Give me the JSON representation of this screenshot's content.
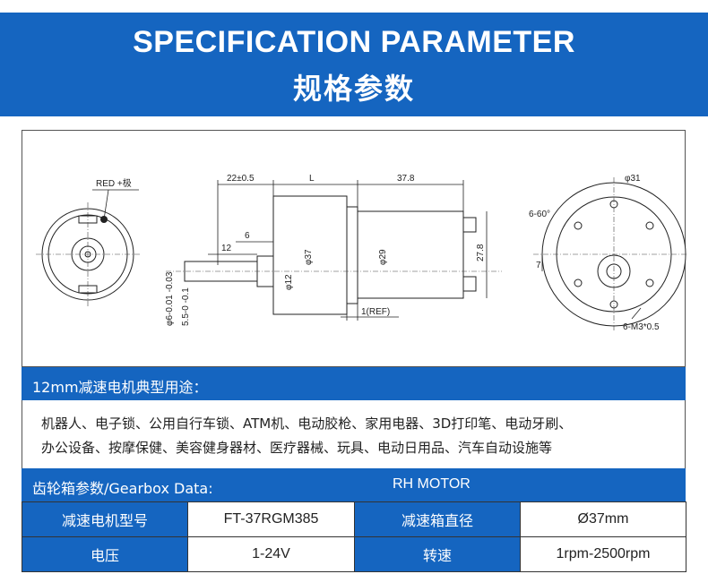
{
  "header": {
    "title_en": "SPECIFICATION PARAMETER",
    "title_cn": "规格参数"
  },
  "drawing": {
    "red_label": "RED +极",
    "dim_22": "22±0.5",
    "dim_L": "L",
    "dim_37_8": "37.8",
    "dim_12": "12",
    "dim_6": "6",
    "dim_phi37": "φ37",
    "dim_phi12": "φ12",
    "dim_phi29": "φ29",
    "dim_27_8": "27.8",
    "dim_ref": "1(REF)",
    "dim_shaft_d": "φ6-0.01 -0.03",
    "dim_shaft_flat": "5.5-0 -0.1",
    "dim_angle": "6-60°",
    "dim_phi31": "φ31",
    "dim_7": "7",
    "dim_m3": "6-M3*0.5"
  },
  "uses": {
    "title": "12mm减速电机典型用途：",
    "line1": "机器人、电子锁、公用自行车锁、ATM机、电动胶枪、家用电器、3D打印笔、电动牙刷、",
    "line2": "办公设备、按摩保健、美容健身器材、医疗器械、玩具、电动日用品、汽车自动设施等"
  },
  "gearbox": {
    "label": "齿轮箱参数/Gearbox Data:",
    "brand": "RH MOTOR"
  },
  "spec_rows": [
    {
      "k1": "减速电机型号",
      "v1": "FT-37RGM385",
      "k2": "减速箱直径",
      "v2": "Ø37mm"
    },
    {
      "k1": "电压",
      "v1": "1-24V",
      "k2": "转速",
      "v2": "1rpm-2500rpm"
    }
  ],
  "colors": {
    "accent": "#1565c0"
  }
}
